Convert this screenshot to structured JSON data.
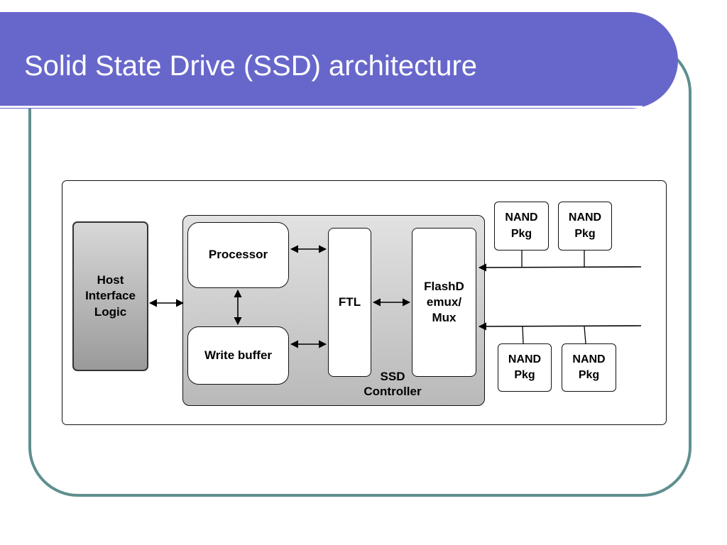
{
  "slide": {
    "title": "Solid State Drive (SSD) architecture"
  },
  "diagram": {
    "host_interface": "Host Interface Logic",
    "processor": "Processor",
    "write_buffer": "Write buffer",
    "ftl": "FTL",
    "flash_demux": "FlashD emux/ Mux",
    "controller_label": "SSD Controller",
    "nand_packages": [
      "NAND Pkg",
      "NAND Pkg",
      "NAND Pkg",
      "NAND Pkg"
    ]
  },
  "colors": {
    "title_bar": "#6767cb",
    "frame_border": "#5f8f8f",
    "controller_fill": "#cfcfcf"
  }
}
